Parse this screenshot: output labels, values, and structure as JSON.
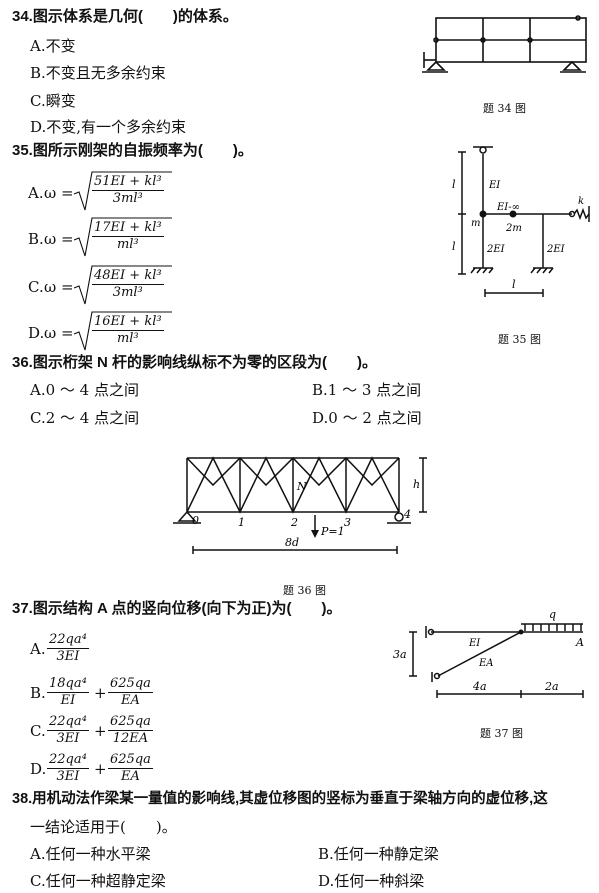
{
  "q34": {
    "stem": "34.图示体系是几何(　　)的体系。",
    "options": [
      "A.不变",
      "B.不变且无多余约束",
      "C.瞬变",
      "D.不变,有一个多余约束"
    ],
    "caption": "题 34 图"
  },
  "q35": {
    "stem": "35.图所示刚架的自振频率为(　　)。",
    "labels": [
      "A.",
      "B.",
      "C.",
      "D."
    ],
    "omega": "ω =",
    "formulas": [
      {
        "num": "51EI + kl³",
        "den": "3ml³"
      },
      {
        "num": "17EI + kl³",
        "den": "ml³"
      },
      {
        "num": "48EI + kl³",
        "den": "3ml³"
      },
      {
        "num": "16EI + kl³",
        "den": "ml³"
      }
    ],
    "fig": {
      "l": "l",
      "EI": "EI",
      "EIinf": "EI-∞",
      "m": "m",
      "2m": "2m",
      "k": "k",
      "2EI": "2EI"
    },
    "caption": "题 35 图"
  },
  "q36": {
    "stem": "36.图示桁架 N 杆的影响线纵标不为零的区段为(　　)。",
    "options": [
      "A.0 ～ 4 点之间",
      "B.1 ～ 3 点之间",
      "C.2 ～ 4 点之间",
      "D.0 ～ 2 点之间"
    ],
    "fig": {
      "nodes": [
        "0",
        "1",
        "2",
        "3",
        "4"
      ],
      "N": "N",
      "P": "P=1",
      "h": "h",
      "span": "8d"
    },
    "caption": "题 36 图"
  },
  "q37": {
    "stem": "37.图示结构 A 点的竖向位移(向下为正)为(　　)。",
    "labels": [
      "A.",
      "B.",
      "C.",
      "D."
    ],
    "plus": "+",
    "terms": [
      [
        {
          "num": "22qa⁴",
          "den": "3EI"
        }
      ],
      [
        {
          "num": "18qa⁴",
          "den": "EI"
        },
        {
          "num": "625qa",
          "den": "EA"
        }
      ],
      [
        {
          "num": "22qa⁴",
          "den": "3EI"
        },
        {
          "num": "625qa",
          "den": "12EA"
        }
      ],
      [
        {
          "num": "22qa⁴",
          "den": "3EI"
        },
        {
          "num": "625qa",
          "den": "EA"
        }
      ]
    ],
    "fig": {
      "q": "q",
      "A": "A",
      "EI": "EI",
      "EA": "EA",
      "h": "3a",
      "w1": "4a",
      "w2": "2a"
    },
    "caption": "题 37 图"
  },
  "q38": {
    "stem1": "38.用机动法作梁某一量值的影响线,其虚位移图的竖标为垂直于梁轴方向的虚位移,这",
    "stem2": "一结论适用于(　　)。",
    "options": [
      "A.任何一种水平梁",
      "B.任何一种静定梁",
      "C.任何一种超静定梁",
      "D.任何一种斜梁"
    ]
  }
}
